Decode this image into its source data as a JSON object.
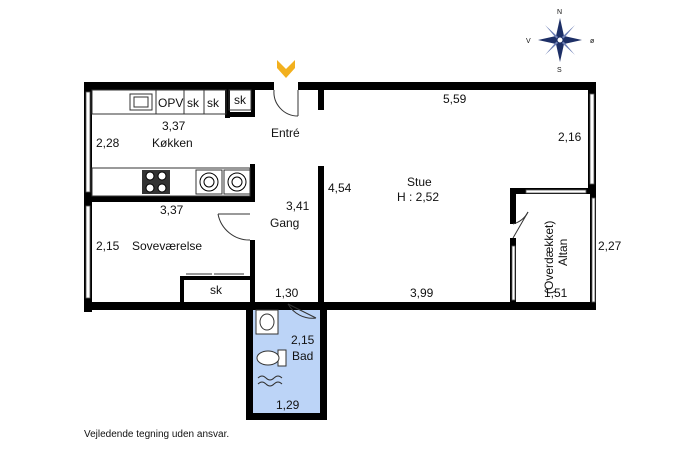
{
  "compass": {
    "n": "N",
    "s": "S",
    "v": "V",
    "o": "ø"
  },
  "rooms": {
    "kitchen": {
      "name": "Køkken",
      "dim_top": "3,37",
      "dim_side": "2,28"
    },
    "bedroom": {
      "name": "Soveværelse",
      "dim_top": "3,37",
      "dim_side": "2,15"
    },
    "entrance": {
      "name": "Entré"
    },
    "hall": {
      "name": "Gang",
      "dim": "3,41"
    },
    "living": {
      "name": "Stue",
      "height": "H : 2,52",
      "dim_top": "5,59",
      "dim_right": "2,16",
      "dim_left": "4,54",
      "dim_bottom": "3,99"
    },
    "balcony": {
      "name_line1": "(Overdækket)",
      "name_line2": "Altan",
      "dim_right": "2,27",
      "dim_bottom": "1,51"
    },
    "bath": {
      "name": "Bad",
      "dim_top": "2,15",
      "dim_bottom": "1,29"
    },
    "hall_bottom": {
      "dim": "1,30"
    }
  },
  "fixtures": {
    "opv": "OPV",
    "sk": "sk"
  },
  "colors": {
    "wall": "#000000",
    "bath_fill": "#bcd4f7",
    "entry_arrow": "#f2b01e"
  },
  "disclaimer": "Vejledende tegning uden ansvar."
}
